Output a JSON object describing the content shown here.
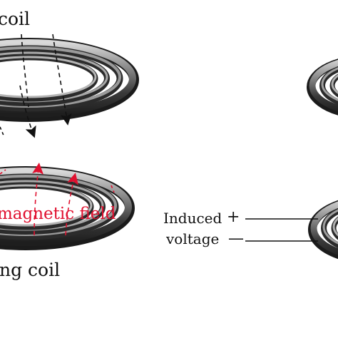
{
  "labels": {
    "top_coil": "coil",
    "bottom_coil": "ng coil",
    "field": "magnetic field",
    "induced": "Induced",
    "plus": "+",
    "voltage": "voltage",
    "minus": "—"
  },
  "colors": {
    "coil_dark": "#2a2a2a",
    "coil_mid": "#6b6b6b",
    "coil_light": "#d6d6d6",
    "field_red": "#e0102f",
    "text": "#111111"
  },
  "icons": {
    "field_arrow_down": "dashed-arrow-down",
    "field_arrow_up": "dashed-arrow-up-red"
  }
}
